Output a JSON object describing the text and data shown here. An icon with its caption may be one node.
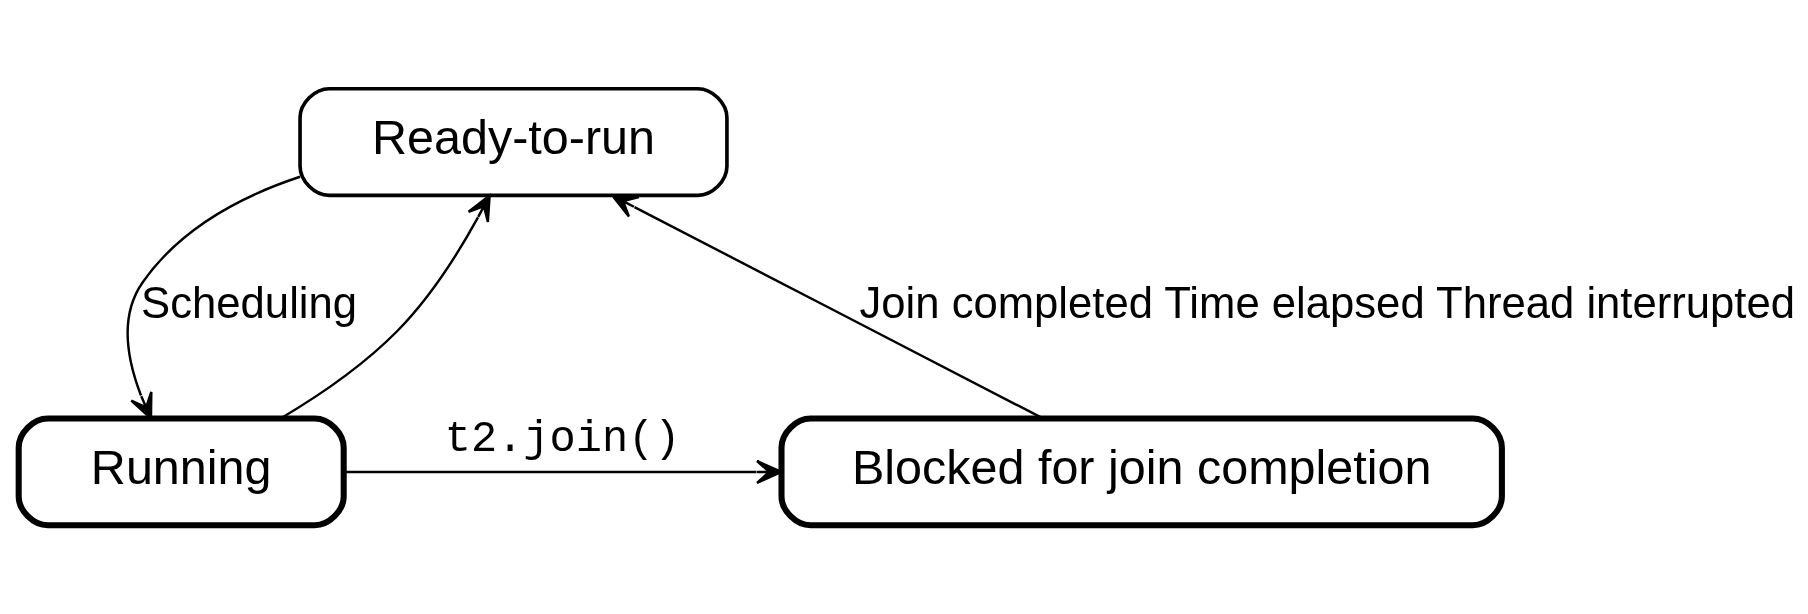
{
  "diagram": {
    "nodes": [
      {
        "text": [
          "Ready-to-run"
        ]
      },
      {
        "text": [
          "Running"
        ]
      },
      {
        "text": [
          "Blocked for join completion"
        ]
      }
    ],
    "edges": [
      {
        "from": 0,
        "to": 1,
        "arrow": "to",
        "label": "Scheduling"
      },
      {
        "from": 1,
        "to": 0,
        "arrow": "to"
      },
      {
        "from": 1,
        "to": 2,
        "arrow": "to",
        "label": "t2.join()"
      },
      {
        "from": 2,
        "to": 0,
        "arrow": "to",
        "label": "Join completed Time elapsed Thread interrupted"
      }
    ]
  }
}
